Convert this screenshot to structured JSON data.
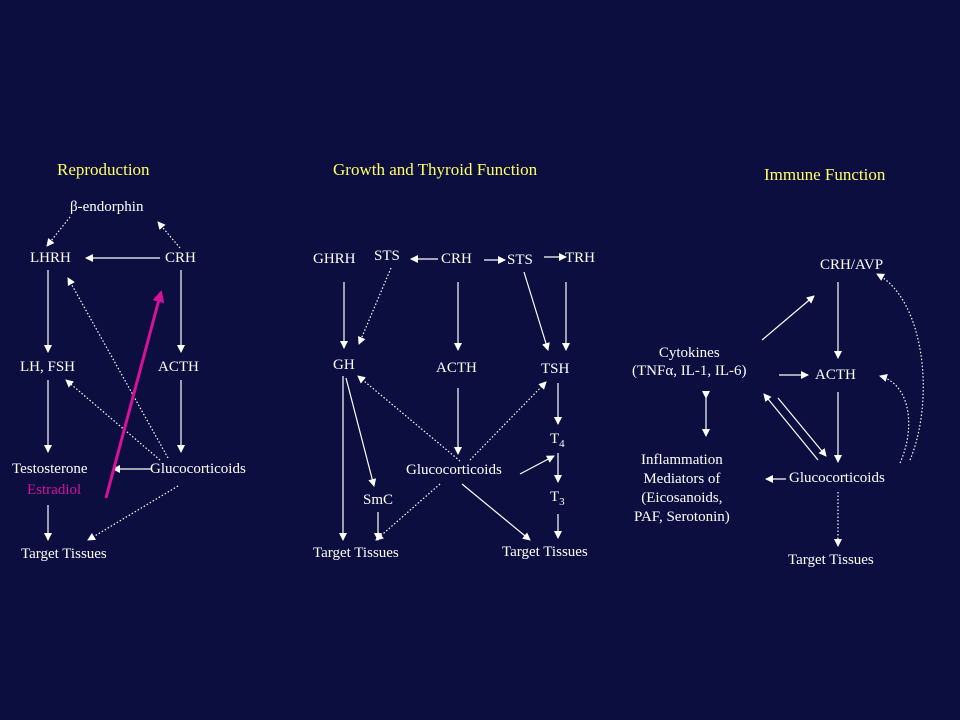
{
  "colors": {
    "background": "#0b0e3f",
    "text": "#ffffff",
    "title": "#ffff66",
    "estradiol": "#d6119a"
  },
  "panels": {
    "reproduction": {
      "title": "Reproduction",
      "beta_endorphin": "β-endorphin",
      "lhrh": "LHRH",
      "crh": "CRH",
      "lh_fsh": "LH, FSH",
      "acth": "ACTH",
      "testosterone": "Testosterone",
      "estradiol": "Estradiol",
      "glucocorticoids": "Glucocorticoids",
      "target_tissues": "Target Tissues"
    },
    "growth_thyroid": {
      "title": "Growth and Thyroid Function",
      "ghrh": "GHRH",
      "sts_left": "STS",
      "crh": "CRH",
      "sts_right": "STS",
      "trh": "TRH",
      "gh": "GH",
      "acth": "ACTH",
      "tsh": "TSH",
      "t4": "T",
      "t4_sub": "4",
      "glucocorticoids": "Glucocorticoids",
      "t3": "T",
      "t3_sub": "3",
      "smc": "SmC",
      "target_tissues_left": "Target Tissues",
      "target_tissues_right": "Target Tissues"
    },
    "immune": {
      "title": "Immune Function",
      "crh_avp": "CRH/AVP",
      "cytokines_line1": "Cytokines",
      "cytokines_line2": "(TNFα, IL-1, IL-6)",
      "acth": "ACTH",
      "inflammation_line1": "Inflammation",
      "inflammation_line2": "Mediators of",
      "inflammation_line3": "(Eicosanoids,",
      "inflammation_line4": "PAF, Serotonin)",
      "glucocorticoids": "Glucocorticoids",
      "target_tissues": "Target Tissues"
    }
  }
}
